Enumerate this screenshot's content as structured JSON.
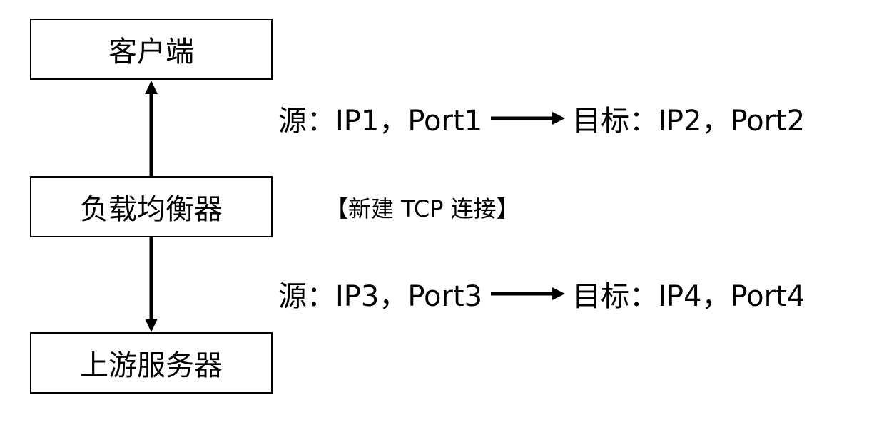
{
  "nodes": {
    "client": "客户端",
    "load_balancer": "负载均衡器",
    "upstream": "上游服务器"
  },
  "connection_1": {
    "source": "源：IP1，Port1",
    "target": "目标：IP2，Port2"
  },
  "connection_2": {
    "source": "源：IP3，Port3",
    "target": "目标：IP4，Port4"
  },
  "note": "【新建 TCP 连接】"
}
